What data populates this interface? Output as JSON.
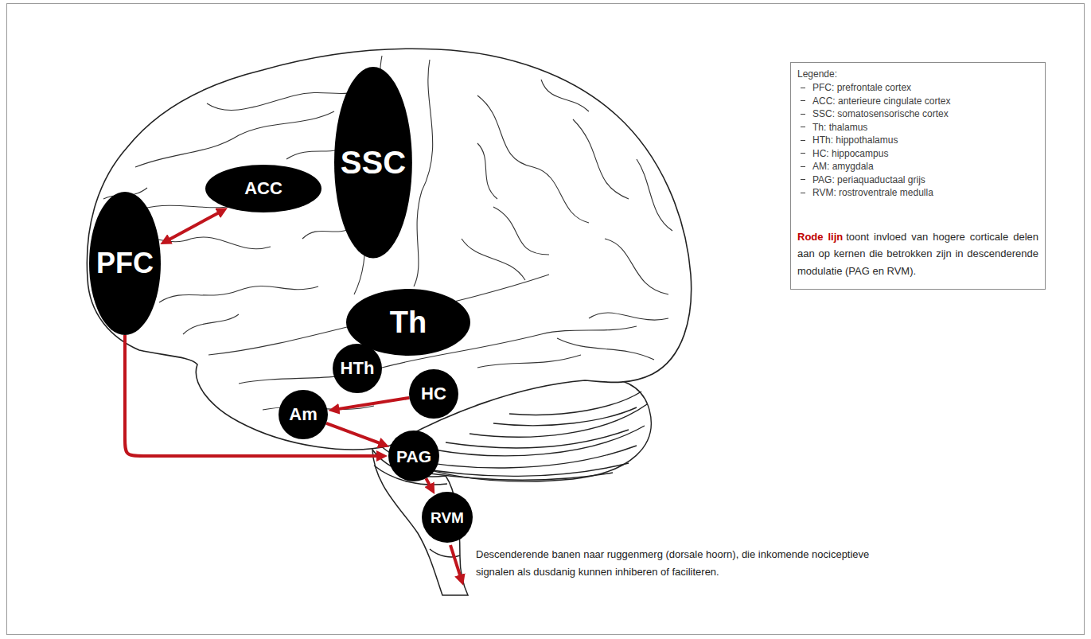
{
  "diagram": {
    "nodes": [
      {
        "text": [
          "PFC"
        ]
      },
      {
        "text": [
          "ACC"
        ]
      },
      {
        "text": [
          "SSC"
        ]
      },
      {
        "text": [
          "Th"
        ]
      },
      {
        "text": [
          "HTh"
        ]
      },
      {
        "text": [
          "HC"
        ]
      },
      {
        "text": [
          "Am"
        ]
      },
      {
        "text": [
          "PAG"
        ]
      },
      {
        "text": [
          "RVM"
        ]
      }
    ],
    "edges": [
      {
        "from": 0,
        "to": 1,
        "arrow": "both"
      },
      {
        "from": 0,
        "to": 7,
        "arrow": "to"
      },
      {
        "from": 5,
        "to": 6,
        "arrow": "to"
      },
      {
        "from": 6,
        "to": 7,
        "arrow": "to"
      },
      {
        "from": 7,
        "to": 8,
        "arrow": "to"
      }
    ],
    "labels": [
      "Legende:",
      "Rode lijn",
      "toont invloed van hogere corticale delen aan op kernen die betrokken zijn in descenderende modulatie (PAG en RVM).",
      "Descenderende banen naar ruggenmerg (dorsale hoorn), die inkomende nociceptieve signalen als dusdanig kunnen inhiberen of faciliteren."
    ],
    "legend": [
      {
        "text": "PFC: prefrontale cortex"
      },
      {
        "text": "ACC: anterieure cingulate cortex"
      },
      {
        "text": "SSC: somatosensorische cortex"
      },
      {
        "text": "Th: thalamus"
      },
      {
        "text": "HTh: hippothalamus"
      },
      {
        "text": "HC: hippocampus"
      },
      {
        "text": "AM: amygdala"
      },
      {
        "text": "PAG: periaquaductaal grijs"
      },
      {
        "text": "RVM: rostroventrale medulla"
      }
    ]
  }
}
